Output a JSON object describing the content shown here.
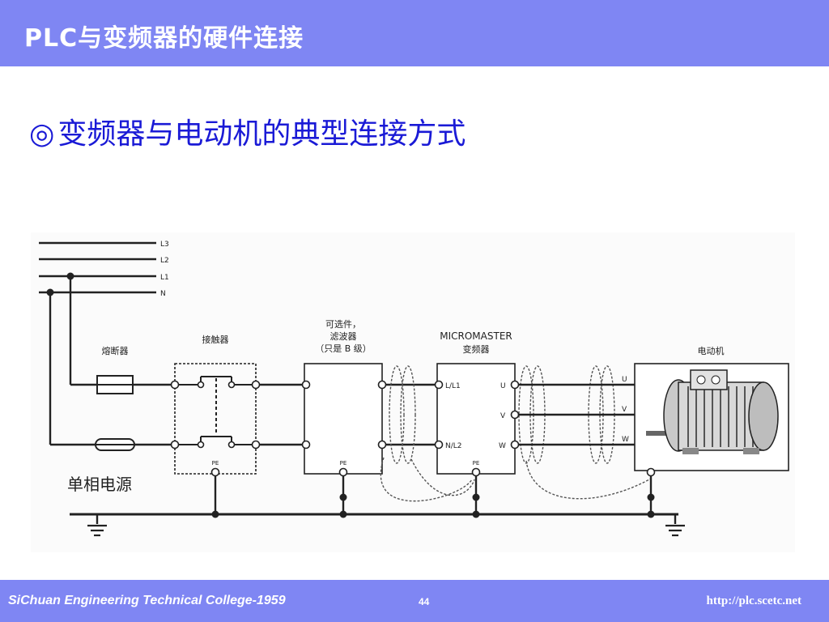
{
  "header": {
    "title": "PLC与变频器的硬件连接"
  },
  "subtitle": {
    "bullet": "◎",
    "text": "变频器与电动机的典型连接方式"
  },
  "diagram": {
    "supply_lines": [
      "L3",
      "L2",
      "L1",
      "N"
    ],
    "blocks": {
      "fuse": "熔断器",
      "contactor": "接触器",
      "filter_line1": "可选件，",
      "filter_line2": "滤波器",
      "filter_line3": "（只是 B 级）",
      "inverter_line1": "MICROMASTER",
      "inverter_line2": "变频器",
      "motor": "电动机"
    },
    "terminals": {
      "pe": "PE",
      "l_l1": "L/L1",
      "n_l2": "N/L2",
      "u": "U",
      "v": "V",
      "w": "W"
    },
    "motor_phases": [
      "U",
      "V",
      "W"
    ],
    "power_label": "单相电源"
  },
  "footer": {
    "left": "SiChuan Engineering Technical College-1959",
    "page": "44",
    "right": "http://plc.scetc.net"
  },
  "colors": {
    "banner": "#7f86f3",
    "subtitle": "#1a1ad6",
    "wire": "#222222"
  }
}
